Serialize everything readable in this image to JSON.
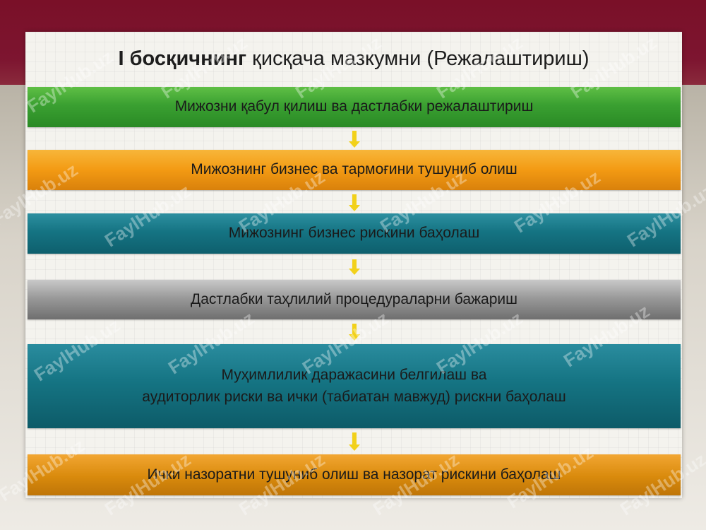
{
  "title": {
    "bold": "I босқичнинг",
    "rest": " қисқача мазкумни  (Режалаштириш)"
  },
  "steps": [
    {
      "text": "Мижозни қабул қилиш ва дастлабки режалаштириш"
    },
    {
      "text": "Мижознинг бизнес ва тармоғини тушуниб олиш"
    },
    {
      "text": "Мижознинг бизнес рискини баҳолаш"
    },
    {
      "text": "Дастлабки таҳлилий процедураларни бажариш"
    },
    {
      "line1": "Муҳимлилик даражасини белгилаш ва",
      "line2": "аудиторлик риски ва ички (табиатан мавжуд) рискни баҳолаш"
    },
    {
      "text": "Ички назоратни тушуниб олиш ва назорат рискини баҳолаш"
    }
  ],
  "watermark": "FaylHub.uz",
  "colors": {
    "frame": "#7a1028",
    "green": "#3aa031",
    "orange": "#f39a13",
    "teal": "#157483",
    "gray": "#9a9a9a",
    "arrow": "#f2d11a"
  }
}
